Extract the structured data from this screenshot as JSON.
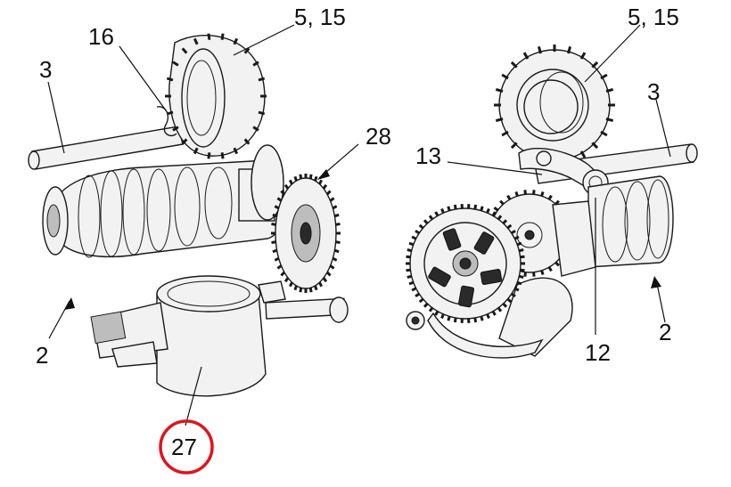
{
  "labels": {
    "left_shaft": "3",
    "left_spring": "16",
    "left_gear": "5, 15",
    "left_gear_train": "28",
    "left_housing": "2",
    "left_starter_motor": "27",
    "right_gear": "5, 15",
    "right_shaft": "3",
    "right_lever": "13",
    "right_housing": "2",
    "right_pivot": "12"
  },
  "highlight": {
    "label_ref": "left_starter_motor",
    "color": "#e0141c"
  },
  "colors": {
    "line": "#1a1a1a",
    "shade_light": "#f2f2f2",
    "shade_mid": "#bdbdbd",
    "shade_dark": "#2a2a2a"
  }
}
